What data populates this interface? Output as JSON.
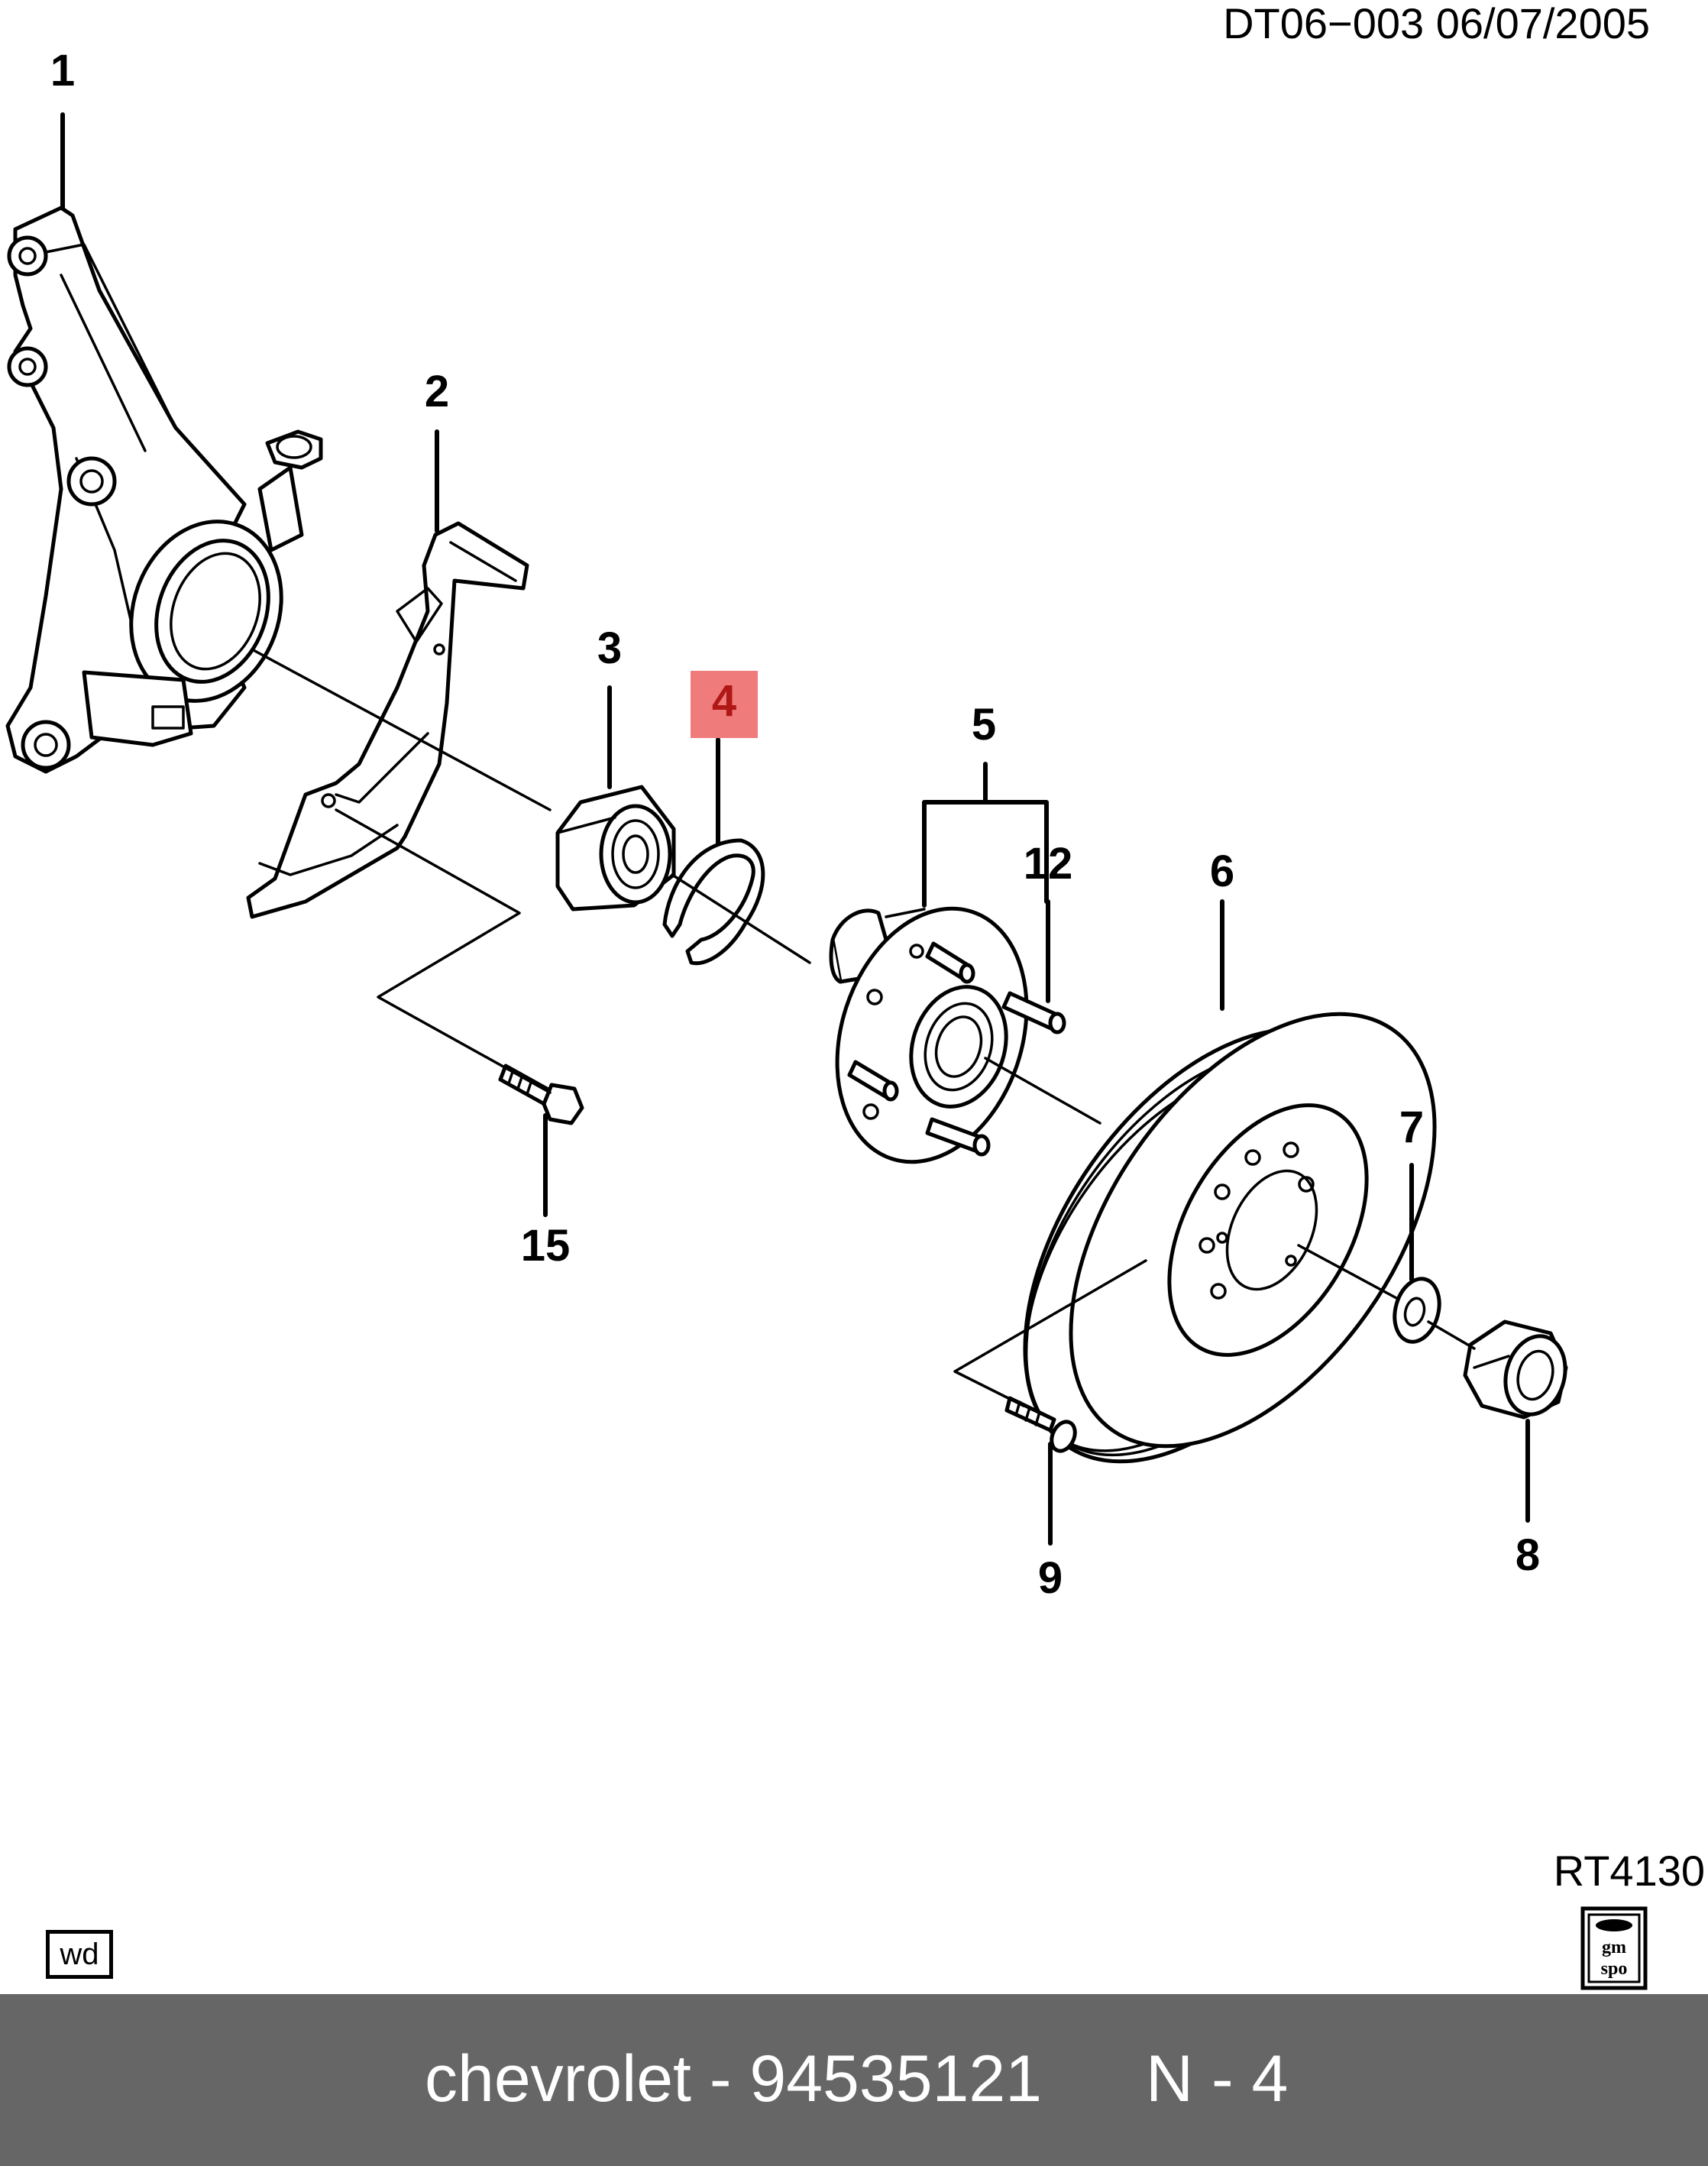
{
  "header": {
    "doc_id": "DT06−003  06/07/2005"
  },
  "figure_code": "RT4130",
  "badge": {
    "line1": "gm",
    "line2": "spo"
  },
  "wd_label": "wd",
  "highlight_color": "#ef7b7b",
  "callouts": {
    "c1": "1",
    "c2": "2",
    "c3": "3",
    "c4": "4",
    "c5": "5",
    "c6": "6",
    "c7": "7",
    "c8": "8",
    "c9": "9",
    "c12": "12",
    "c15": "15"
  },
  "footer": {
    "brand_part": "chevrolet - 94535121",
    "ref": "N - 4"
  }
}
